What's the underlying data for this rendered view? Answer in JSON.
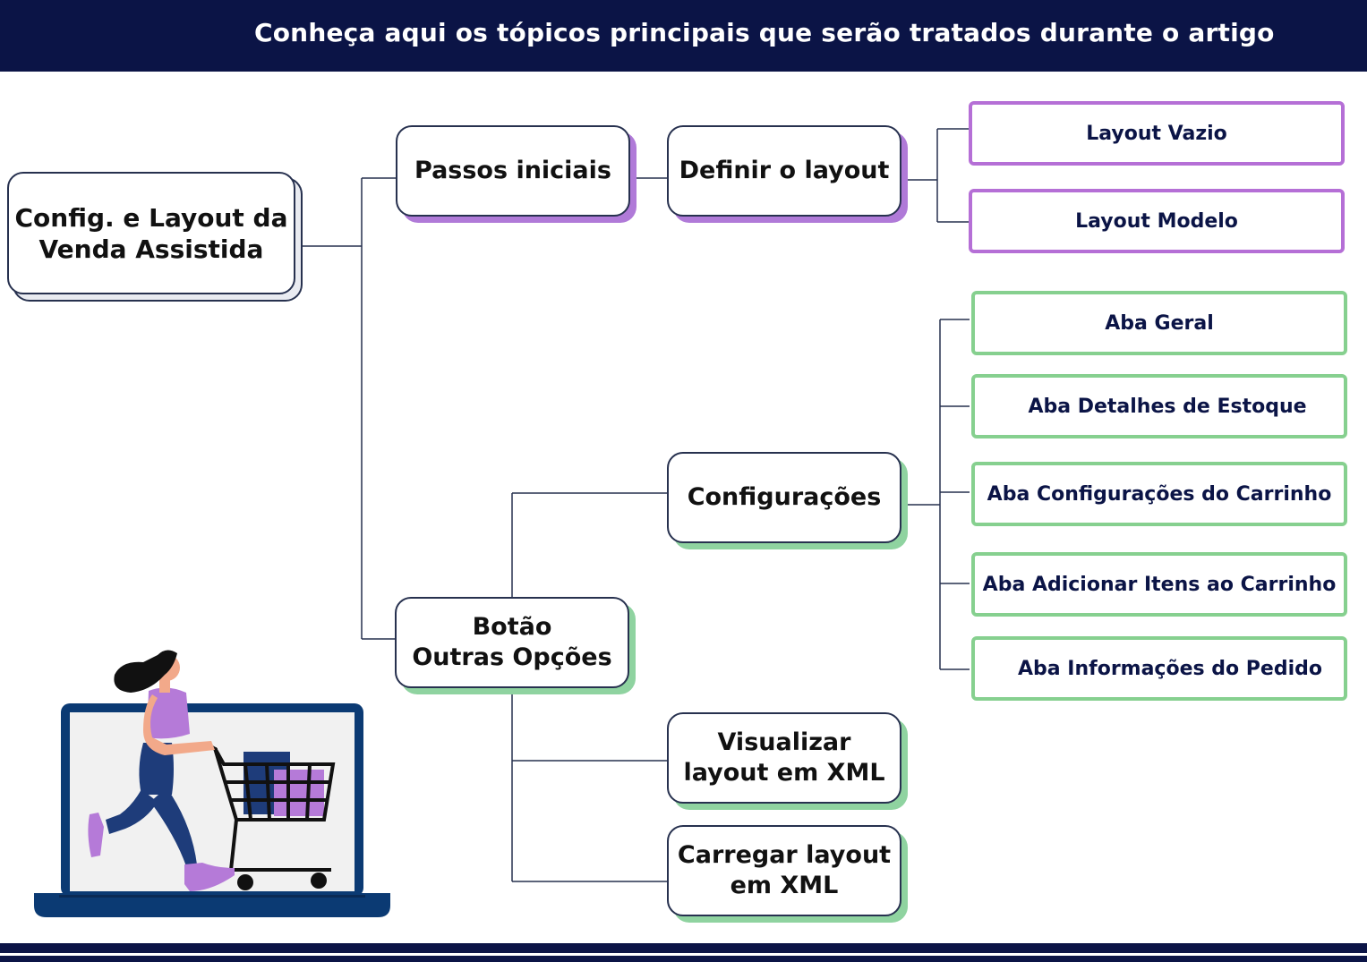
{
  "header": {
    "title": "Conheça aqui os tópicos principais que serão tratados durante o artigo"
  },
  "colors": {
    "navy": "#0b1446",
    "purple_accent": "#b56fd6",
    "green_accent": "#86d08f",
    "line": "#27314f"
  },
  "diagram": {
    "root": {
      "line1": "Config. e Layout da",
      "line2": "Venda Assistida"
    },
    "passos_iniciais": {
      "label": "Passos iniciais"
    },
    "definir_layout": {
      "label": "Definir o layout"
    },
    "layout_leaves": [
      "Layout Vazio",
      "Layout Modelo"
    ],
    "botao": {
      "line1": "Botão",
      "line2": "Outras Opções"
    },
    "configuracoes": {
      "label": "Configurações"
    },
    "config_leaves": [
      "Aba Geral",
      "Aba Detalhes de Estoque",
      "Aba Configurações do Carrinho",
      "Aba Adicionar Itens ao Carrinho",
      "Aba Informações do Pedido"
    ],
    "visualizar": {
      "line1": "Visualizar",
      "line2": "layout em XML"
    },
    "carregar": {
      "line1": "Carregar layout",
      "line2": "em XML"
    }
  },
  "illustration": {
    "icon": "woman-shopping-cart-laptop-illustration"
  }
}
